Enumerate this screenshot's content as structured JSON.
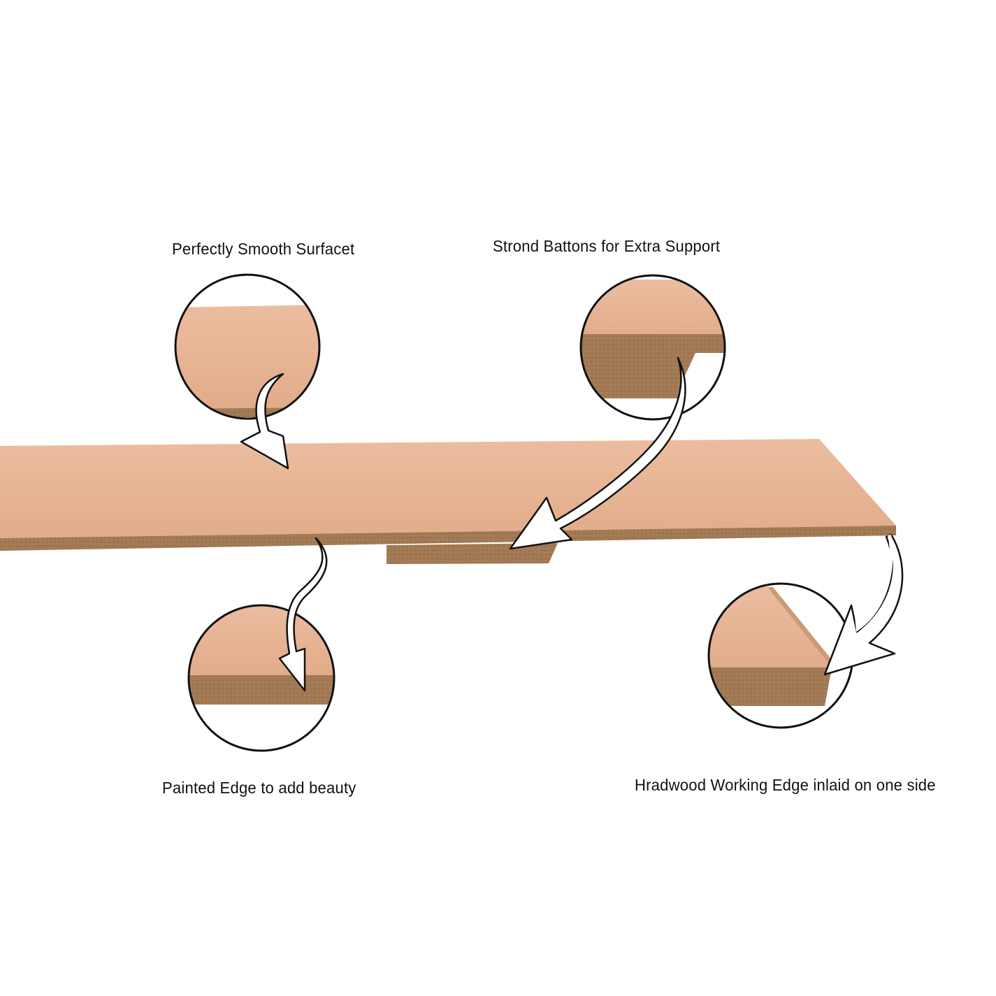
{
  "callouts": {
    "smooth_surface": "Perfectly Smooth Surfacet",
    "battons": "Strond Battons for Extra Support",
    "painted_edge": "Painted Edge to add beauty",
    "hardwood_edge": "Hradwood Working Edge inlaid on one side"
  },
  "colors": {
    "board_top": "#e9b796",
    "board_top_dark": "#dca786",
    "board_edge": "#a27a55",
    "batten": "#9c7350",
    "circle_outline": "#111111",
    "arrow_fill": "#ffffff",
    "arrow_stroke": "#111111",
    "background": "#ffffff"
  }
}
